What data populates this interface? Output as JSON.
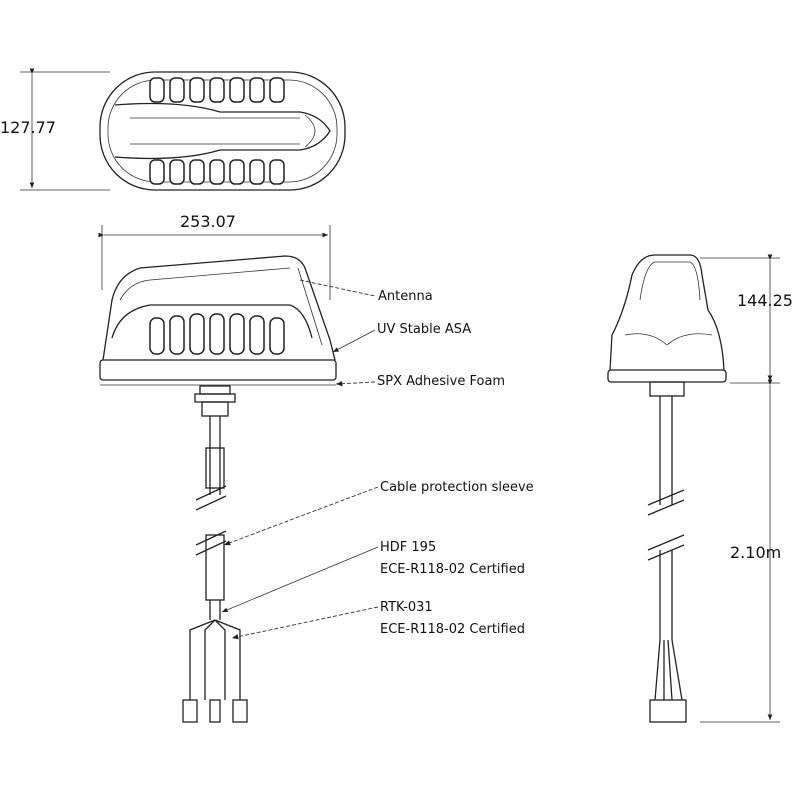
{
  "dimensions": {
    "width": "127.77",
    "length": "253.07",
    "height": "144.25",
    "cable_length": "2.10m"
  },
  "callouts": {
    "antenna": "Antenna",
    "housing": "UV Stable ASA",
    "base": "SPX Adhesive Foam",
    "sleeve": "Cable protection sleeve",
    "cable1_name": "HDF 195",
    "cable1_cert": "ECE-R118-02 Certified",
    "cable2_name": "RTK-031",
    "cable2_cert": "ECE-R118-02 Certified"
  }
}
